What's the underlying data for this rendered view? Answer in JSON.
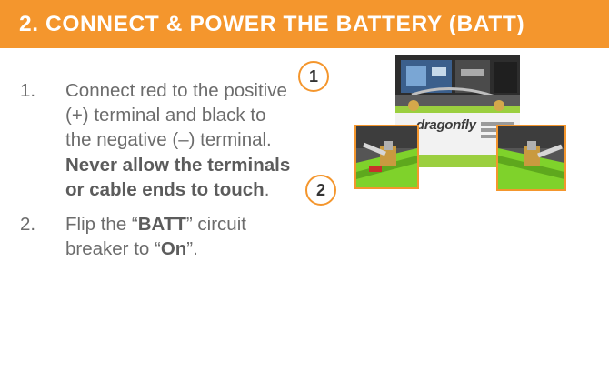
{
  "header": {
    "title": "2. CONNECT & POWER THE BATTERY (BATT)",
    "background": "#f4962d"
  },
  "steps": [
    {
      "number": "1.",
      "text_before": "Connect red to the positive (+) terminal and black to the negative (–) terminal. ",
      "bold": "Never allow the terminals or cable ends to touch",
      "text_after": "."
    },
    {
      "number": "2.",
      "text_1": "Flip the “",
      "bold_1": "BATT",
      "text_2": "” circuit breaker to “",
      "bold_2": "On",
      "text_3": "”."
    }
  ],
  "badges": {
    "one": "1",
    "two": "2",
    "accent": "#f4962d"
  },
  "photo": {
    "brand_label": "dragonfly"
  }
}
